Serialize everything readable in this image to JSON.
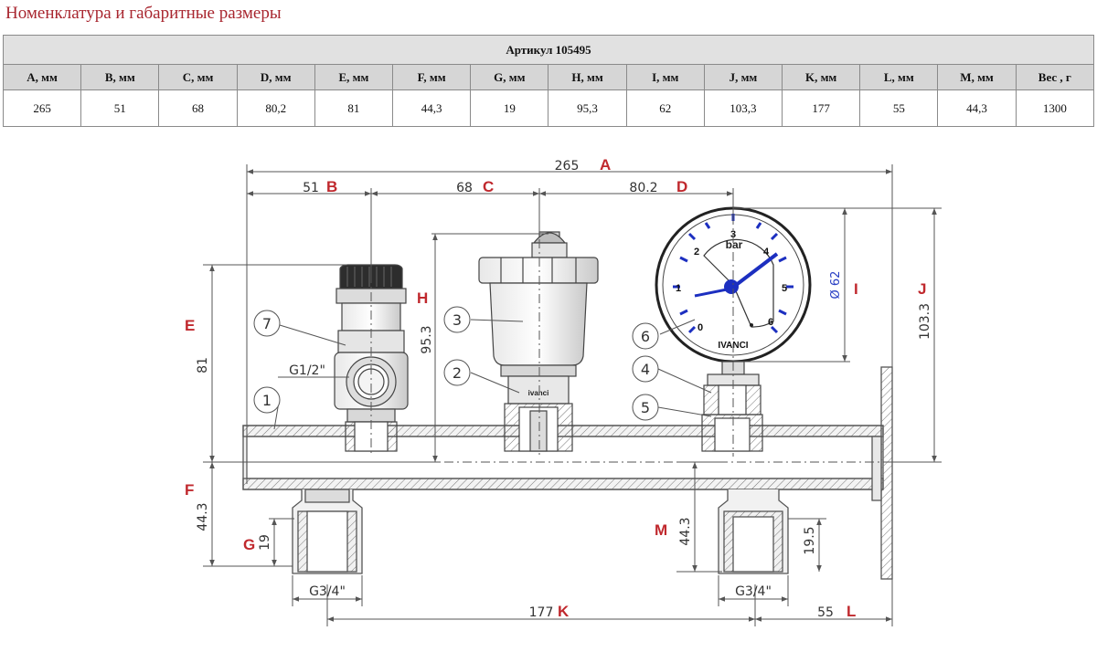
{
  "title": "Номенклатура и габаритные размеры",
  "table": {
    "caption": "Артикул 105495",
    "headers": [
      "A, мм",
      "B, мм",
      "C, мм",
      "D, мм",
      "E, мм",
      "F, мм",
      "G, мм",
      "H, мм",
      "I, мм",
      "J, мм",
      "K, мм",
      "L, мм",
      "M, мм",
      "Вес , г"
    ],
    "values": [
      "265",
      "51",
      "68",
      "80,2",
      "81",
      "44,3",
      "19",
      "95,3",
      "62",
      "103,3",
      "177",
      "55",
      "44,3",
      "1300"
    ]
  },
  "drawing": {
    "dims": {
      "a": "265",
      "b": "51",
      "c": "68",
      "d": "80.2",
      "e": "81",
      "f": "44.3",
      "g": "19",
      "h": "95.3",
      "i": "Ø 62",
      "j": "103.3",
      "k": "177",
      "l": "55",
      "m": "44.3",
      "m2": "19.5"
    },
    "letters": {
      "a": "A",
      "b": "B",
      "c": "C",
      "d": "D",
      "e": "E",
      "f": "F",
      "g": "G",
      "h": "H",
      "i": "I",
      "j": "J",
      "k": "K",
      "l": "L",
      "m": "M"
    },
    "threads": {
      "g12": "G1/2\"",
      "g34_left": "G3/4\"",
      "g34_right": "G3/4\""
    },
    "callouts": [
      "1",
      "2",
      "3",
      "4",
      "5",
      "6",
      "7"
    ],
    "gauge": {
      "unit": "bar",
      "scale": [
        "0",
        "1",
        "2",
        "3",
        "4",
        "5",
        "6"
      ],
      "brand": "IVANCI"
    },
    "vent_brand": "ivanci"
  }
}
